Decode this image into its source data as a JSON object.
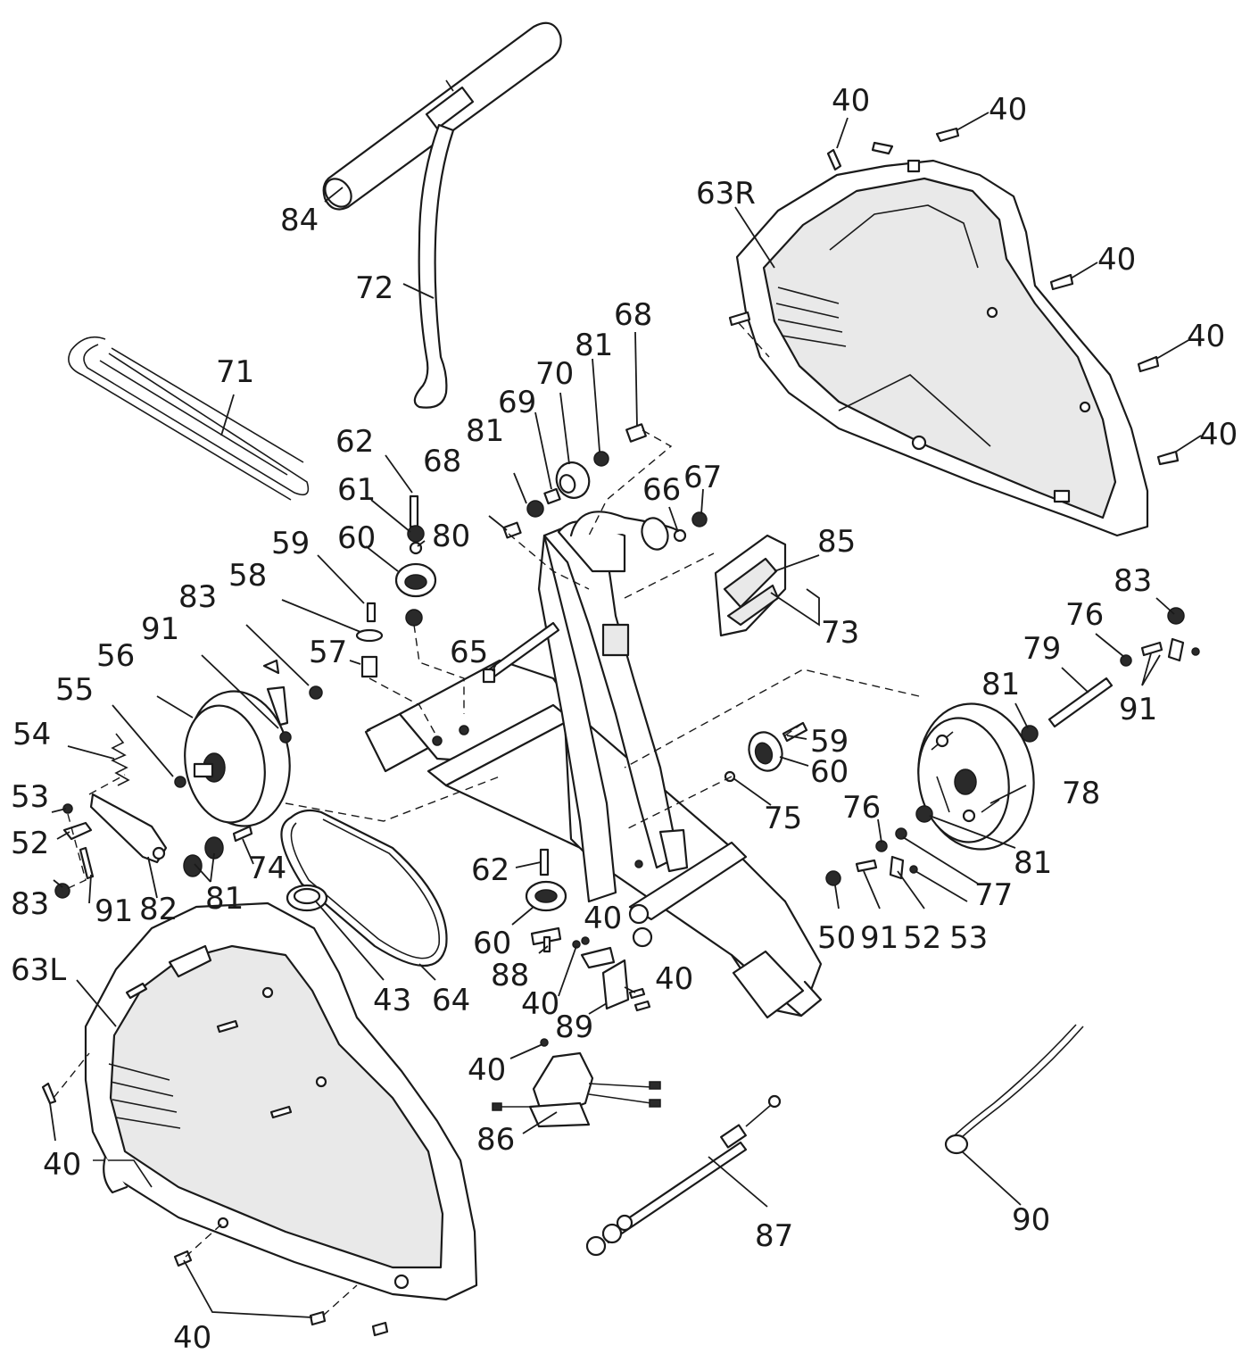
{
  "labels": {
    "l84": "84",
    "l72": "72",
    "l71": "71",
    "l62a": "62",
    "l61": "61",
    "l80": "80",
    "l60a": "60",
    "l59a": "59",
    "l58": "58",
    "l57": "57",
    "l83a": "83",
    "l91a": "91",
    "l56": "56",
    "l55": "55",
    "l54": "54",
    "l53a": "53",
    "l52a": "52",
    "l83b": "83",
    "l91b": "91",
    "l82": "82",
    "l81a": "81",
    "l74": "74",
    "l63L": "63L",
    "l43": "43",
    "l64": "64",
    "l40a": "40",
    "l40b": "40",
    "l68a": "68",
    "l81b": "81",
    "l69": "69",
    "l70": "70",
    "l81c": "81",
    "l68b": "68",
    "l66": "66",
    "l67": "67",
    "l65": "65",
    "l85": "85",
    "l73": "73",
    "l62b": "62",
    "l60b": "60",
    "l88": "88",
    "l40c": "40",
    "l40d": "40",
    "l40e": "40",
    "l89": "89",
    "l40f": "40",
    "l86": "86",
    "l87": "87",
    "l90": "90",
    "l59b": "59",
    "l60c": "60",
    "l75": "75",
    "l76a": "76",
    "l81d": "81",
    "l77": "77",
    "l50": "50",
    "l91c": "91",
    "l52b": "52",
    "l53b": "53",
    "l78": "78",
    "l81e": "81",
    "l79": "79",
    "l76b": "76",
    "l83c": "83",
    "l91d": "91",
    "l63R": "63R",
    "l40g": "40",
    "l40h": "40",
    "l40i": "40",
    "l40j": "40",
    "l40k": "40"
  }
}
